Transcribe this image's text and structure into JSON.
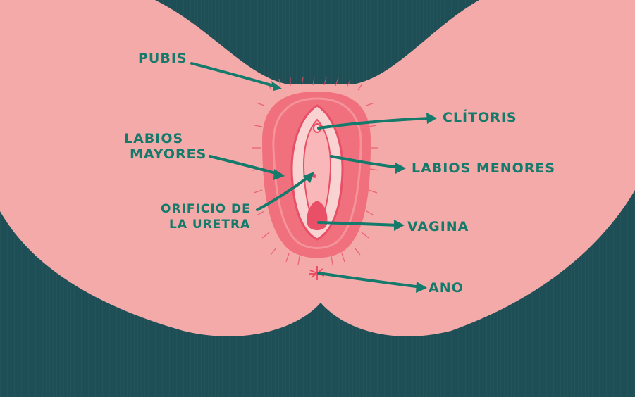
{
  "labels": {
    "pubis": "PUBIS",
    "clitoris": "CLÍTORIS",
    "labios_mayores_1": "LABIOS",
    "labios_mayores_2": "MAYORES",
    "labios_menores": "LABIOS MENORES",
    "orificio_1": "ORIFICIO DE",
    "orificio_2": "LA URETRA",
    "vagina": "VAGINA",
    "ano": "ANO"
  },
  "colors": {
    "background": "#1f4f56",
    "skin": "#f4aaa8",
    "vulva": "#f0707e",
    "inner": "#f9d3d2",
    "accent": "#e94f66",
    "label": "#147a6c"
  }
}
